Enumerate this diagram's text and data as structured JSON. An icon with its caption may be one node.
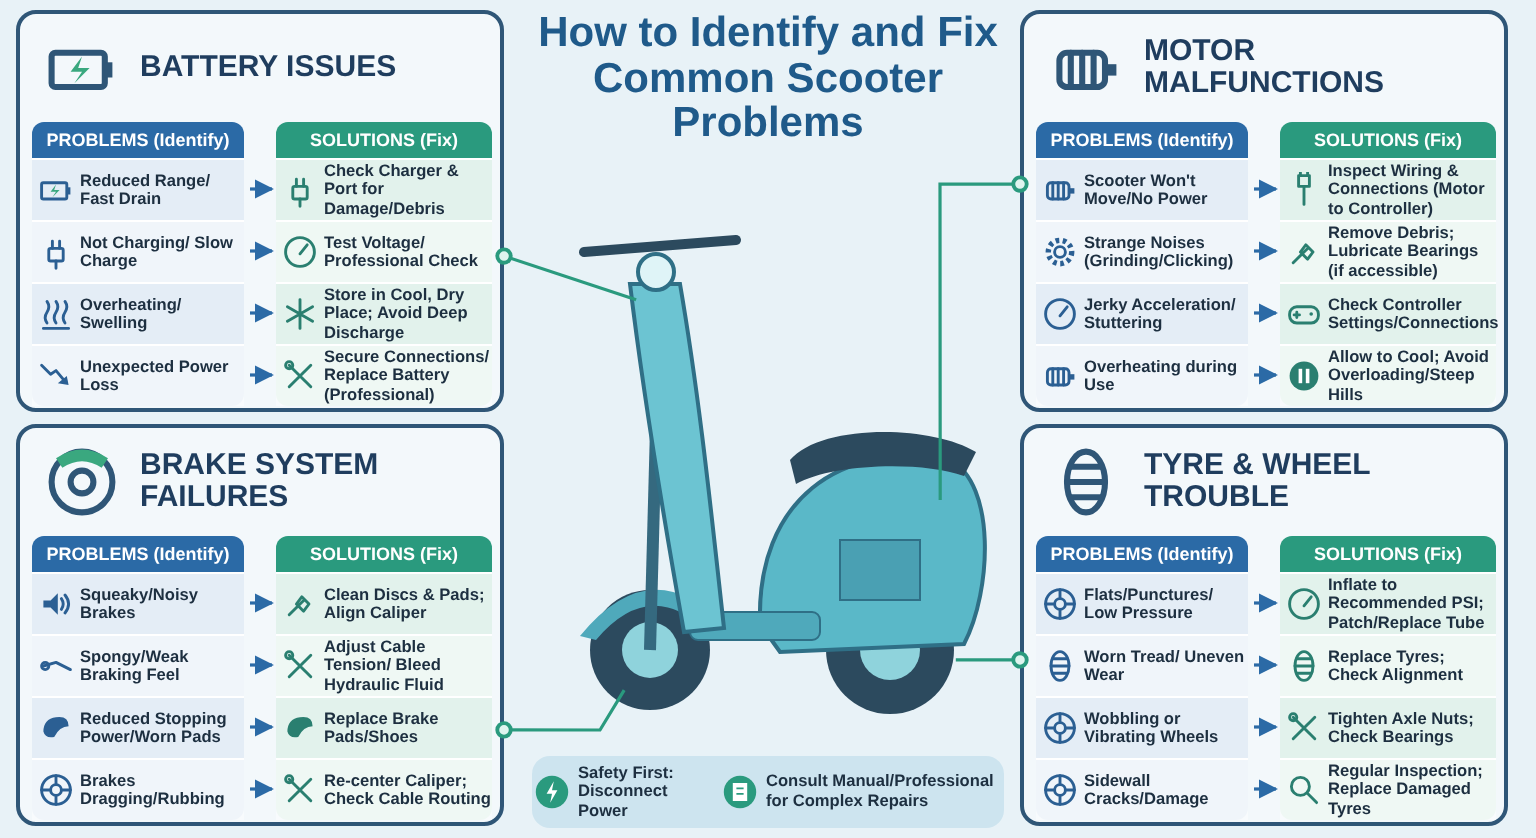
{
  "diagram": {
    "title": "How to Identify and Fix Common Scooter Problems",
    "nodes": [
      {
        "text": [
          "BATTERY ISSUES"
        ]
      },
      {
        "text": [
          "PROBLEMS (Identify)"
        ],
        "in": 0
      },
      {
        "text": [
          "Reduced Range/ Fast Drain"
        ],
        "in": 1
      },
      {
        "text": [
          "Not Charging/ Slow Charge"
        ],
        "in": 1
      },
      {
        "text": [
          "Overheating/ Swelling"
        ],
        "in": 1
      },
      {
        "text": [
          "Unexpected Power Loss"
        ],
        "in": 1
      },
      {
        "text": [
          "SOLUTIONS (Fix)"
        ],
        "in": 0
      },
      {
        "text": [
          "Check Charger & Port for Damage/Debris"
        ],
        "in": 6
      },
      {
        "text": [
          "Test Voltage/ Professional Check"
        ],
        "in": 6
      },
      {
        "text": [
          "Store in Cool, Dry Place; Avoid Deep Discharge"
        ],
        "in": 6
      },
      {
        "text": [
          "Secure Connections/ Replace Battery (Professional)"
        ],
        "in": 6
      },
      {
        "text": [
          "MOTOR MALFUNCTIONS"
        ]
      },
      {
        "text": [
          "PROBLEMS (Identify)"
        ],
        "in": 11
      },
      {
        "text": [
          "Scooter Won't Move/No Power"
        ],
        "in": 12
      },
      {
        "text": [
          "Strange Noises (Grinding/Clicking)"
        ],
        "in": 12
      },
      {
        "text": [
          "Jerky Acceleration/ Stuttering"
        ],
        "in": 12
      },
      {
        "text": [
          "Overheating during Use"
        ],
        "in": 12
      },
      {
        "text": [
          "SOLUTIONS (Fix)"
        ],
        "in": 11
      },
      {
        "text": [
          "Inspect Wiring & Connections (Motor to Controller)"
        ],
        "in": 17
      },
      {
        "text": [
          "Remove Debris; Lubricate Bearings (if accessible)"
        ],
        "in": 17
      },
      {
        "text": [
          "Check Controller Settings/Connections"
        ],
        "in": 17
      },
      {
        "text": [
          "Allow to Cool; Avoid Overloading/Steep Hills"
        ],
        "in": 17
      },
      {
        "text": [],
        "shape": "picture"
      },
      {
        "text": [
          "BRAKE SYSTEM FAILURES"
        ]
      },
      {
        "text": [
          "PROBLEMS (Identify)"
        ],
        "in": 23
      },
      {
        "text": [
          "Squeaky/Noisy Brakes"
        ],
        "in": 24
      },
      {
        "text": [
          "Spongy/Weak Braking Feel"
        ],
        "in": 24
      },
      {
        "text": [
          "Reduced Stopping Power/Worn Pads"
        ],
        "in": 24
      },
      {
        "text": [
          "Brakes Dragging/Rubbing"
        ],
        "in": 24
      },
      {
        "text": [
          "SOLUTIONS (Fix)"
        ],
        "in": 23
      },
      {
        "text": [
          "Clean Discs & Pads; Align Caliper"
        ],
        "in": 29
      },
      {
        "text": [
          "Adjust Cable Tension/ Bleed Hydraulic Fluid"
        ],
        "in": 29
      },
      {
        "text": [
          "Replace Brake Pads/Shoes"
        ],
        "in": 29
      },
      {
        "text": [
          "Re-center Caliper; Check Cable Routing"
        ],
        "in": 29
      },
      {
        "text": [
          "TYRE & WHEEL TROUBLE"
        ]
      },
      {
        "text": [
          "PROBLEMS (Identify)"
        ],
        "in": 34
      },
      {
        "text": [
          "Flats/Punctures/ Low Pressure"
        ],
        "in": 35
      },
      {
        "text": [
          "Worn Tread/ Uneven Wear"
        ],
        "in": 35
      },
      {
        "text": [
          "Wobbling or Vibrating Wheels"
        ],
        "in": 35
      },
      {
        "text": [
          "Sidewall Cracks/Damage"
        ],
        "in": 35
      },
      {
        "text": [
          "SOLUTIONS (Fix)"
        ],
        "in": 34
      },
      {
        "text": [
          "Inflate to Recommended PSI; Patch/Replace Tube"
        ],
        "in": 40
      },
      {
        "text": [
          "Replace Tyres; Check Alignment"
        ],
        "in": 40
      },
      {
        "text": [
          "Tighten Axle Nuts; Check Bearings"
        ],
        "in": 40
      },
      {
        "text": [
          "Regular Inspection; Replace Damaged Tyres"
        ],
        "in": 40
      },
      {
        "text": [
          "Safety First: Disconnect Power",
          "Consult Manual/Professional for Complex Repairs"
        ]
      }
    ],
    "edges": [
      {
        "from": 2,
        "to": 7,
        "arrow": "to"
      },
      {
        "from": 3,
        "to": 8,
        "arrow": "to"
      },
      {
        "from": 4,
        "to": 9,
        "arrow": "to"
      },
      {
        "from": 5,
        "to": 10,
        "arrow": "to"
      },
      {
        "from": 0,
        "to": 22,
        "arrow": "other"
      },
      {
        "from": 13,
        "to": 18,
        "arrow": "to"
      },
      {
        "from": 14,
        "to": 19,
        "arrow": "to"
      },
      {
        "from": 15,
        "to": 20,
        "arrow": "to"
      },
      {
        "from": 16,
        "to": 21,
        "arrow": "to"
      },
      {
        "from": 11,
        "to": 22,
        "arrow": "other"
      },
      {
        "from": 25,
        "to": 30,
        "arrow": "to"
      },
      {
        "from": 26,
        "to": 31,
        "arrow": "to"
      },
      {
        "from": 27,
        "to": 32,
        "arrow": "to"
      },
      {
        "from": 28,
        "to": 33,
        "arrow": "to"
      },
      {
        "from": 23,
        "to": 22,
        "arrow": "other"
      },
      {
        "from": 36,
        "to": 41,
        "arrow": "to"
      },
      {
        "from": 37,
        "to": 42,
        "arrow": "to"
      },
      {
        "from": 38,
        "to": 43,
        "arrow": "to"
      },
      {
        "from": 39,
        "to": 44,
        "arrow": "to"
      },
      {
        "from": 34,
        "to": 22,
        "arrow": "other"
      }
    ]
  }
}
